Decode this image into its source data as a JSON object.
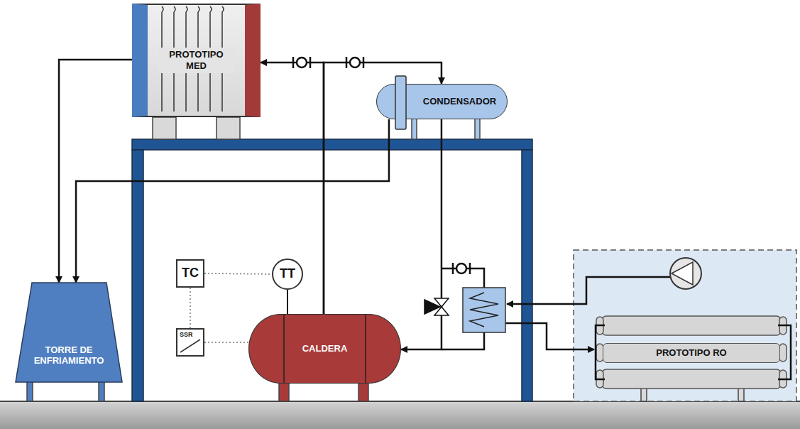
{
  "diagram": {
    "nodes": [
      {
        "text": [
          "PROTOTIPO MED"
        ]
      },
      {
        "text": [
          "CONDENSADOR"
        ]
      },
      {
        "text": [
          "TC"
        ]
      },
      {
        "text": [
          "TT"
        ]
      },
      {
        "text": [
          "TORRE DE ENFRIAMIENTO"
        ]
      },
      {
        "text": [
          "SSR"
        ]
      },
      {
        "text": [
          "CALDERA"
        ]
      },
      {
        "text": [
          "PROTOTIPO RO"
        ]
      }
    ],
    "edges": [
      {
        "from": 6,
        "to": 0,
        "arrow": "to"
      },
      {
        "from": 6,
        "to": 1,
        "arrow": "to"
      },
      {
        "from": 0,
        "to": 4,
        "arrow": "to"
      },
      {
        "from": 1,
        "to": 4,
        "arrow": "to"
      },
      {
        "from": 1,
        "to": 6,
        "arrow": "to"
      },
      {
        "from": 2,
        "to": 3,
        "arrow": "none"
      },
      {
        "from": 3,
        "to": 6,
        "arrow": "none"
      },
      {
        "from": 2,
        "to": 5,
        "arrow": "none"
      },
      {
        "from": 5,
        "to": 6,
        "arrow": "none"
      }
    ]
  }
}
